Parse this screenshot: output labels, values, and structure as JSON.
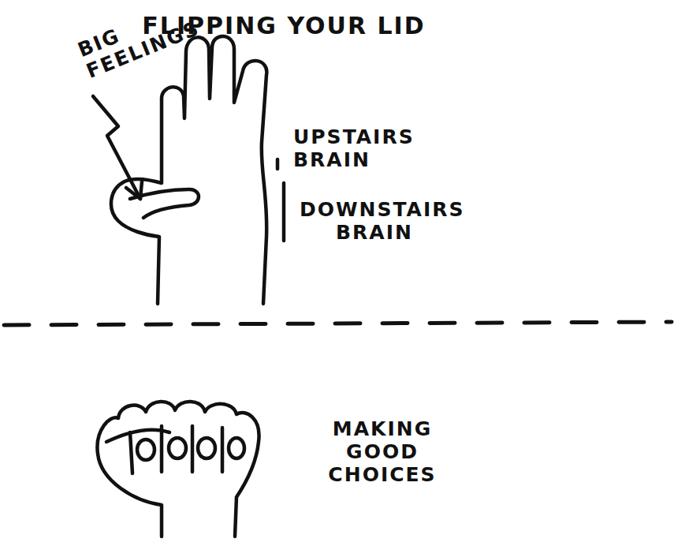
{
  "diagram": {
    "title": "FLIPPING YOUR LID",
    "labels": [
      "BIG FEELINGS",
      "UPSTAIRS BRAIN",
      "DOWNSTAIRS BRAIN",
      "MAKING GOOD CHOICES"
    ]
  }
}
